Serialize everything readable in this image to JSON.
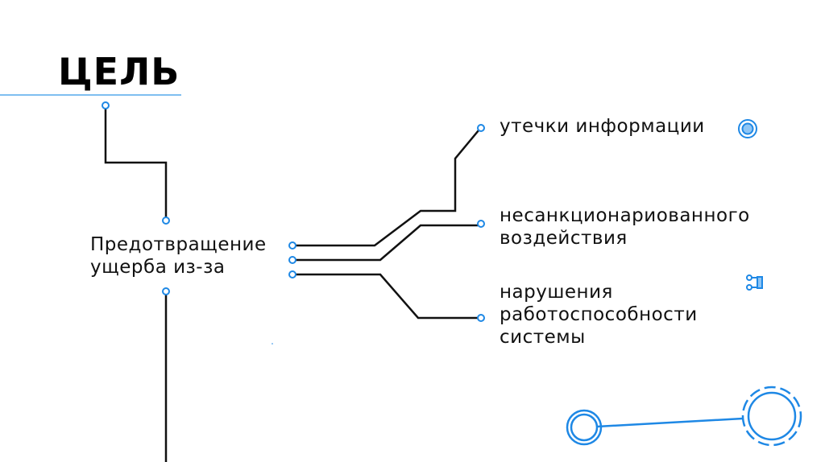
{
  "title": "ЦЕЛЬ",
  "center_label": {
    "line1": "Предотвращение",
    "line2": "ущерба из-за"
  },
  "branches": [
    {
      "lines": [
        "утечки информации"
      ]
    },
    {
      "lines": [
        "несанкционарио­ванного",
        "воздействия"
      ]
    },
    {
      "lines": [
        "нарушения",
        "работоспособности",
        "системы"
      ]
    }
  ],
  "colors": {
    "accent": "#1e88e5",
    "line": "#111111",
    "rule": "#7fbff0"
  }
}
